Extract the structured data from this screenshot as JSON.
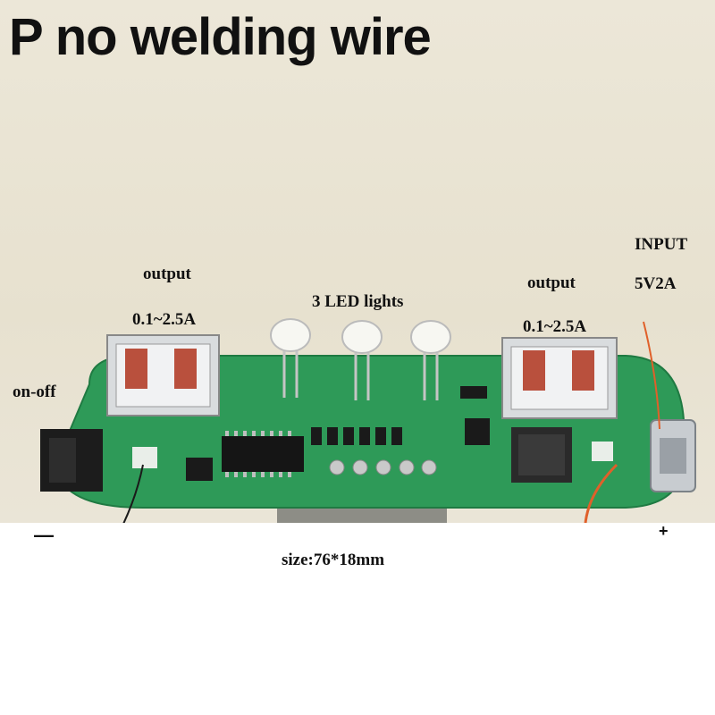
{
  "title": "P no welding wire",
  "labels": {
    "output_left": "output",
    "current_left": "0.1~2.5A",
    "led_lights": "3 LED lights",
    "output_right": "output",
    "current_right": "0.1~2.5A",
    "input": "INPUT",
    "input_rating": "5V2A",
    "on_off": "on-off",
    "size": "size:76*18mm",
    "minus": "—",
    "plus": "+"
  },
  "colors": {
    "pcb": "#2e9a58",
    "background": "#e9e4d3",
    "wire_red": "#e0602a"
  }
}
